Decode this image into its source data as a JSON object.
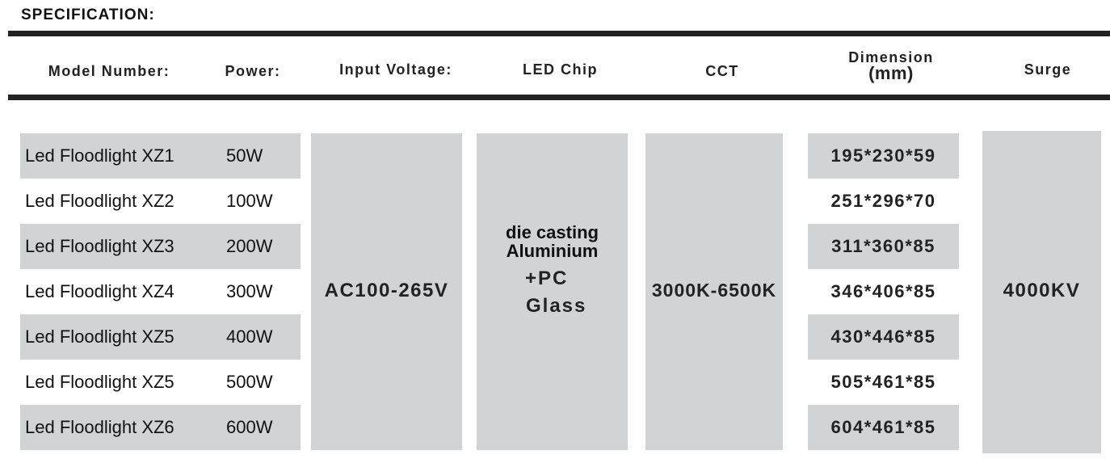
{
  "title": "SPECIFICATION:",
  "headers": {
    "model": "Model Number:",
    "power": "Power:",
    "voltage": "Input Voltage:",
    "chip": "LED Chip",
    "cct": "CCT",
    "dimension": "Dimension",
    "dimension_unit": "(mm)",
    "surge": "Surge"
  },
  "rows": [
    {
      "model": "Led Floodlight XZ1",
      "power": "50W",
      "dimension": "195*230*59"
    },
    {
      "model": "Led Floodlight XZ2",
      "power": "100W",
      "dimension": "251*296*70"
    },
    {
      "model": "Led Floodlight XZ3",
      "power": "200W",
      "dimension": "311*360*85"
    },
    {
      "model": "Led Floodlight XZ4",
      "power": "300W",
      "dimension": "346*406*85"
    },
    {
      "model": "Led Floodlight XZ5",
      "power": "400W",
      "dimension": "430*446*85"
    },
    {
      "model": "Led Floodlight XZ5",
      "power": "500W",
      "dimension": "505*461*85"
    },
    {
      "model": "Led Floodlight XZ6",
      "power": "600W",
      "dimension": "604*461*85"
    }
  ],
  "shared": {
    "voltage": "AC100-265V",
    "chip_line1": "die casting",
    "chip_line2": "Aluminium",
    "chip_line3": "+PC",
    "chip_line4": "Glass",
    "cct": "3000K-6500K",
    "surge": "4000KV"
  },
  "colors": {
    "band": "#d2d3d5",
    "rule": "#222222"
  }
}
